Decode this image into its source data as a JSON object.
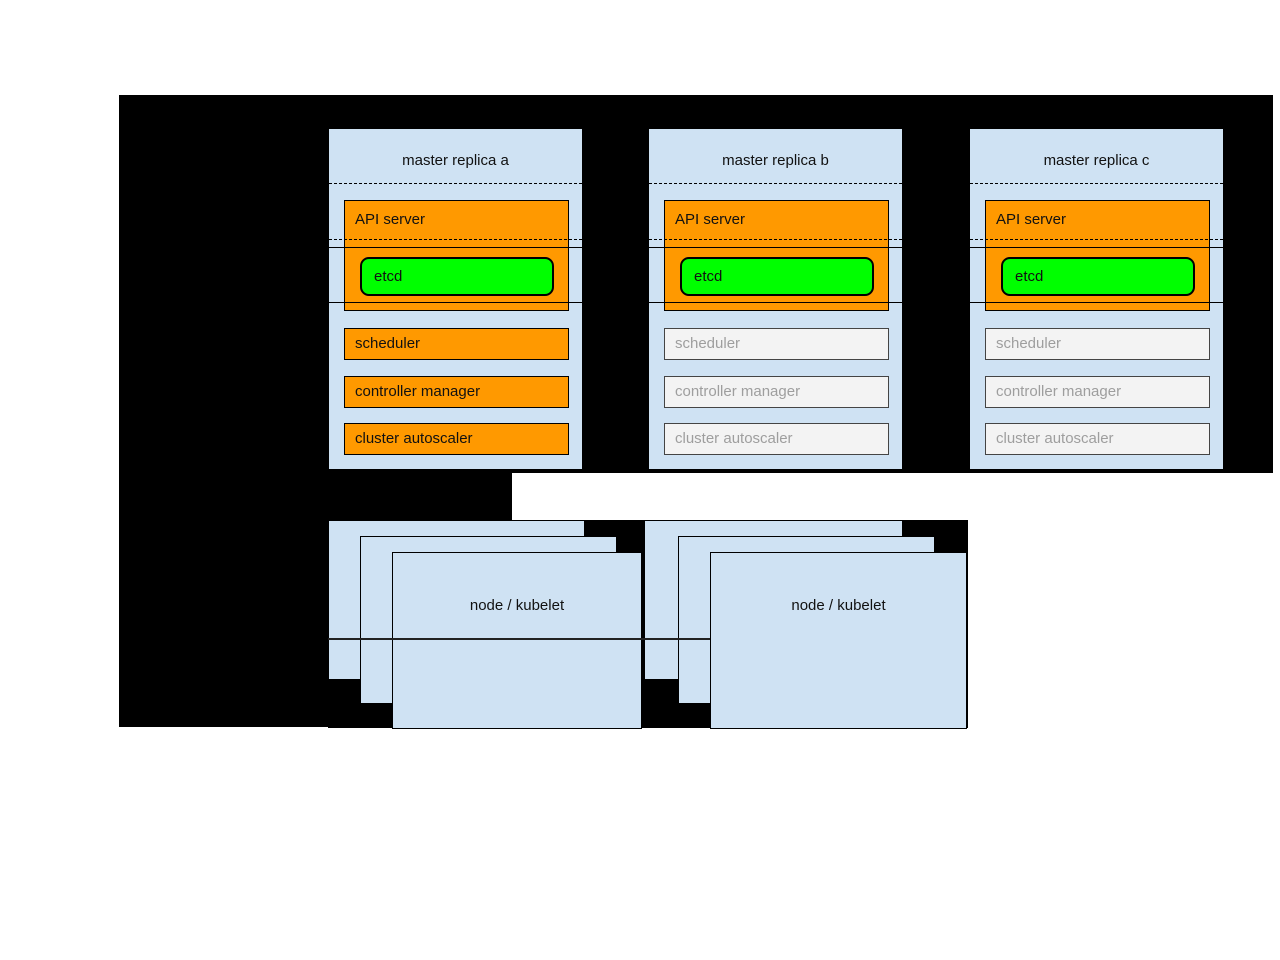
{
  "masters": [
    {
      "title": "master replica a",
      "api_server_label": "API server",
      "etcd_label": "etcd",
      "components": [
        {
          "label": "scheduler",
          "state": "active"
        },
        {
          "label": "controller manager",
          "state": "active"
        },
        {
          "label": "cluster autoscaler",
          "state": "active"
        }
      ]
    },
    {
      "title": "master replica b",
      "api_server_label": "API server",
      "etcd_label": "etcd",
      "components": [
        {
          "label": "scheduler",
          "state": "inactive"
        },
        {
          "label": "controller manager",
          "state": "inactive"
        },
        {
          "label": "cluster autoscaler",
          "state": "inactive"
        }
      ]
    },
    {
      "title": "master replica c",
      "api_server_label": "API server",
      "etcd_label": "etcd",
      "components": [
        {
          "label": "scheduler",
          "state": "inactive"
        },
        {
          "label": "controller manager",
          "state": "inactive"
        },
        {
          "label": "cluster autoscaler",
          "state": "inactive"
        }
      ]
    }
  ],
  "nodes": [
    {
      "label": "node / kubelet"
    },
    {
      "label": "node / kubelet"
    }
  ],
  "colors": {
    "replica_box_blue": "#cfe2f3",
    "active_orange": "#ff9900",
    "etcd_green": "#00ff00",
    "inactive_fill": "#f3f3f3",
    "inactive_text": "#9e9e9e",
    "backdrop_black": "#000000",
    "page_white": "#ffffff"
  }
}
